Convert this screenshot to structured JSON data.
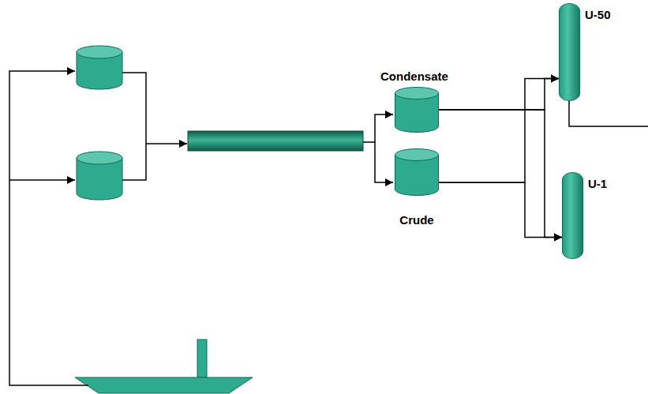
{
  "diagram": {
    "nodes": [
      {
        "text": [
          "Condensate"
        ]
      },
      {
        "text": [
          "Crude"
        ]
      },
      {
        "text": [
          "U-50"
        ]
      },
      {
        "text": [
          "U-1"
        ]
      }
    ],
    "edges": [
      {
        "from": 0,
        "to": 2,
        "arrow": "to"
      },
      {
        "from": 0,
        "to": 3,
        "arrow": "to"
      },
      {
        "from": 1,
        "to": 2,
        "arrow": "to"
      },
      {
        "from": 1,
        "to": 3,
        "arrow": "to"
      }
    ]
  }
}
